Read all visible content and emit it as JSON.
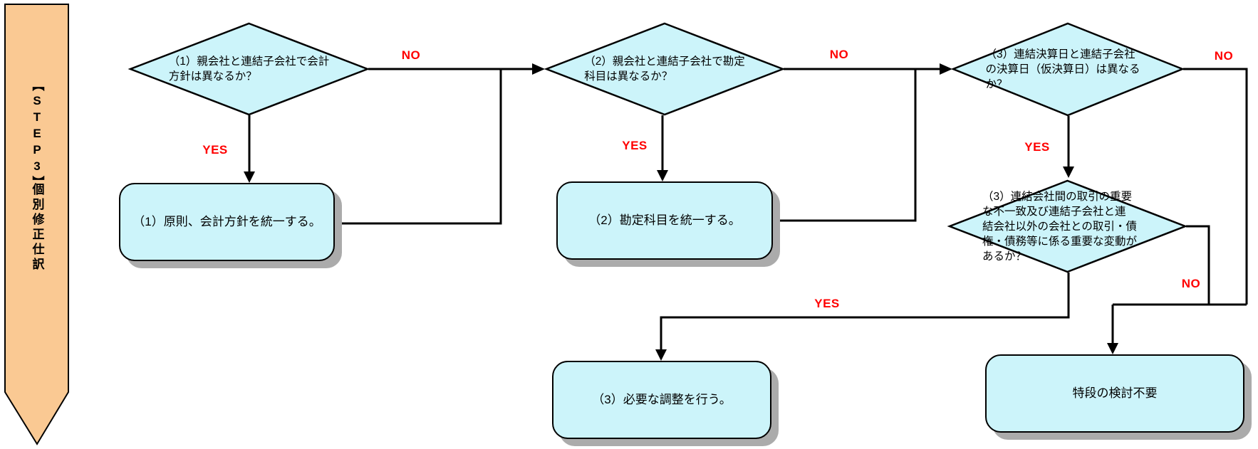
{
  "banner": {
    "line1": "【STEP3】",
    "line2": "個別修正仕訳"
  },
  "nodes": {
    "d1": {
      "text": "（1）親会社と連結子会社で会計\n方針は異なるか？"
    },
    "d2": {
      "text": "（2）親会社と連結子会社で勘定\n科目は異なるか？"
    },
    "d3": {
      "text": "（3）連結決算日と連結子会社\nの決算日（仮決算日）は異なる\nか？"
    },
    "d4": {
      "text": "（3）連結会社間の取引の重要\nな不一致及び連結子会社と連\n結会社以外の会社との取引・債\n権・債務等に係る重要な変動が\nあるか？"
    },
    "b1": {
      "text": "（1）原則、会計方針を統一する。"
    },
    "b2": {
      "text": "（2）勘定科目を統一する。"
    },
    "b3": {
      "text": "（3）必要な調整を行う。"
    },
    "b4": {
      "text": "特段の検討不要"
    }
  },
  "labels": {
    "yes1": "YES",
    "yes2": "YES",
    "yes3": "YES",
    "yes4": "YES",
    "no1": "NO",
    "no2": "NO",
    "no3": "NO",
    "no4": "NO"
  },
  "colors": {
    "shape_fill": "#CCF4FA",
    "shape_border": "#000000",
    "banner_fill": "#FAC993",
    "edge_label_red": "#FF0000",
    "connector_line": "#000000",
    "box_shadow": "#ABABAB"
  }
}
